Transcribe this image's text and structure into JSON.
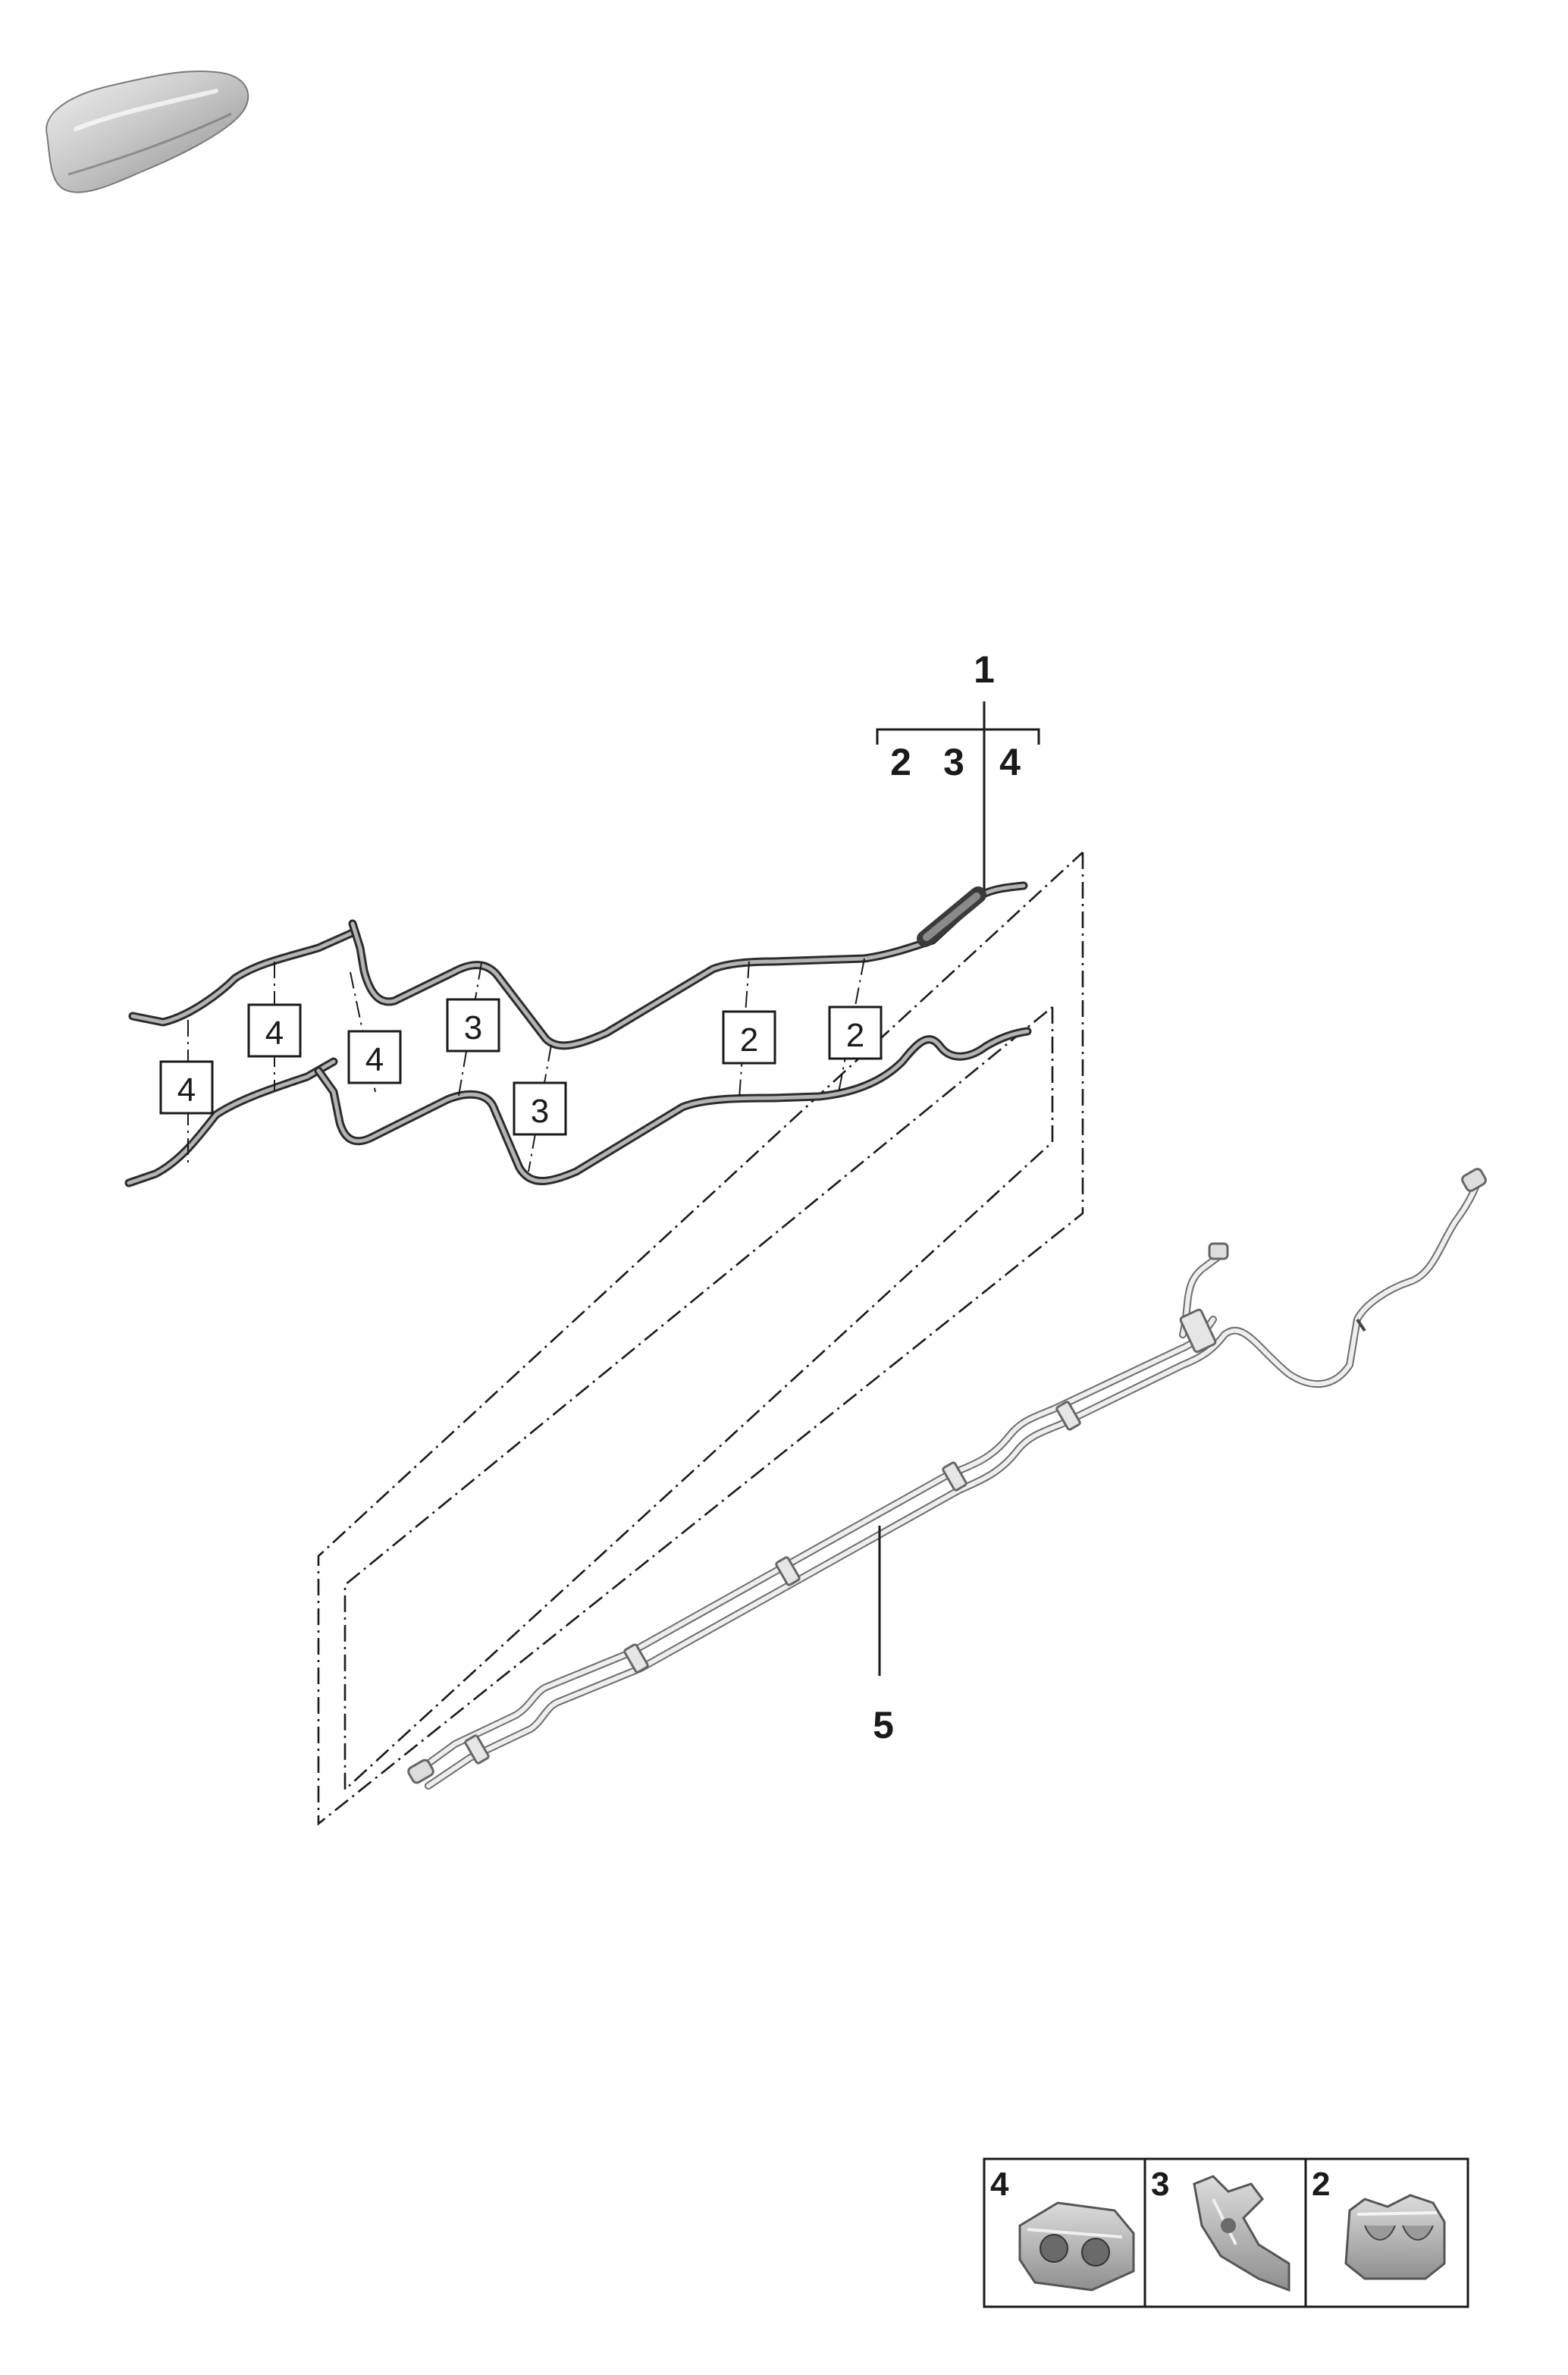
{
  "diagram": {
    "main_callout": "1",
    "sub_callouts": [
      "2",
      "3",
      "4"
    ],
    "bundle_callout": "5",
    "clip_labels": [
      "4",
      "4",
      "4",
      "3",
      "3",
      "2",
      "2"
    ],
    "legend": [
      {
        "label": "4"
      },
      {
        "label": "3"
      },
      {
        "label": "2"
      }
    ]
  }
}
